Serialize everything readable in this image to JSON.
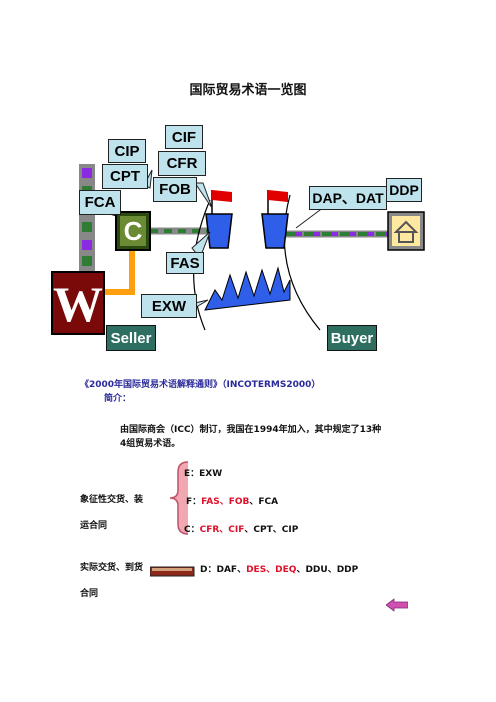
{
  "title": "国际贸易术语一览图",
  "diagram": {
    "labels": {
      "cif": "CIF",
      "cip": "CIP",
      "cfr": "CFR",
      "cpt": "CPT",
      "fob": "FOB",
      "fca": "FCA",
      "fas": "FAS",
      "exw": "EXW",
      "dap_dat": "DAP、DAT",
      "ddp": "DDP",
      "seller": "Seller",
      "buyer": "Buyer",
      "warehouse_letter": "W",
      "carrier_letter": "C"
    },
    "colors": {
      "callout_bg": "#bfe3ec",
      "dark_label_bg": "#2f6f62",
      "warehouse_bg": "#7a0a0a",
      "carrier_bg": "#2a4a12",
      "ship_blue": "#2f5ee8",
      "flag_red": "#e00000",
      "route_green": "#2e7d32",
      "route_purple": "#8a2be2",
      "orange_route": "#ff9f10"
    }
  },
  "text": {
    "subtitle": "《2000年国际贸易术语解释通则》（INCOTERMS2000）",
    "intro_label": "简介：",
    "intro_body_line1": "由国际商会（ICC）制订，我国在1994年加入，其中规定了13种",
    "intro_body_line2": "4组贸易术语。",
    "symbolic_line1": "象征性交货、装",
    "symbolic_line2": "运合同",
    "group_e_prefix": "E：",
    "group_e_terms": "EXW",
    "group_f_prefix": "F：",
    "group_f_red": "FAS、FOB",
    "group_f_rest": "、FCA",
    "group_c_prefix": "C：",
    "group_c_red": "CFR、CIF",
    "group_c_rest": "、CPT、CIP",
    "actual_line1": "实际交货、到货",
    "actual_line2": "合同",
    "group_d_prefix": "D：",
    "group_d_t1": "DAF、",
    "group_d_r1": "DES、DEQ",
    "group_d_t2": "、DDU、DDP"
  }
}
